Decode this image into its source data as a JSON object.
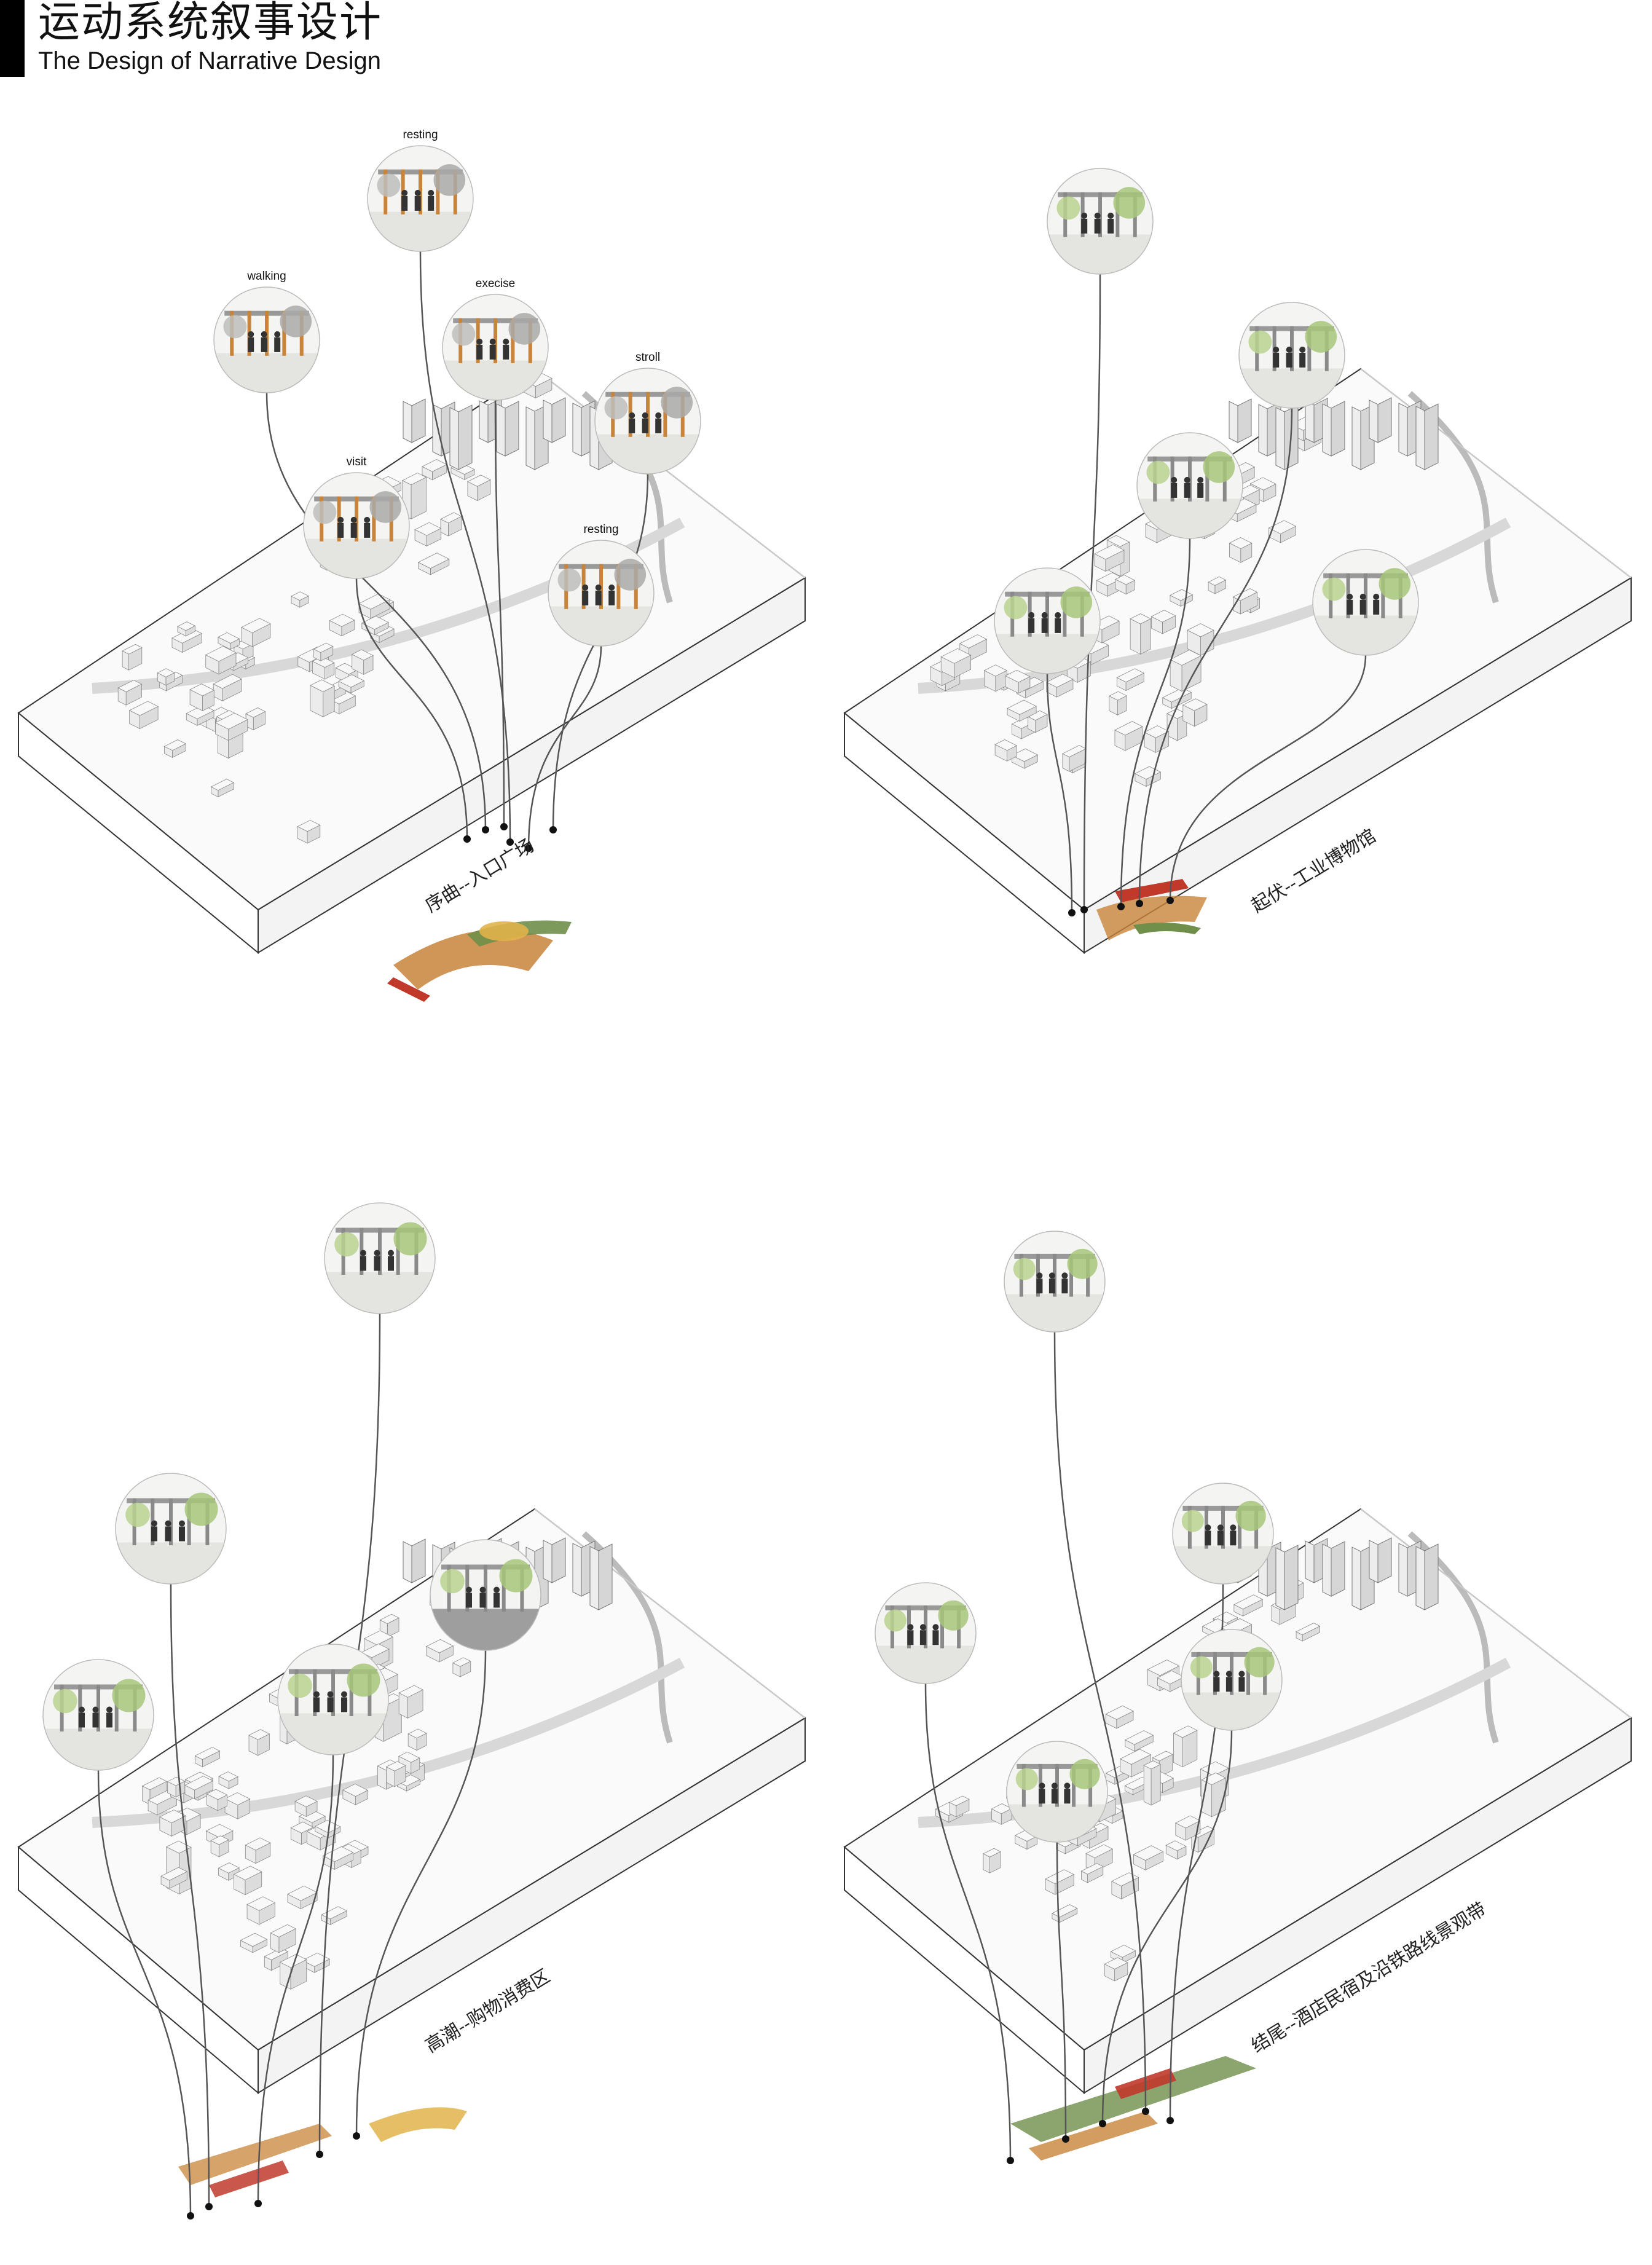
{
  "header": {
    "title_cn": "运动系统叙事设计",
    "title_en": "The Design of Narrative Design"
  },
  "colors": {
    "accent_orange": "#c8843a",
    "accent_red": "#c0392b",
    "accent_green": "#6f8f4a",
    "accent_yellow": "#e0b34a",
    "building_gray": "#e6e6e6",
    "line_gray": "#555555"
  },
  "panels": [
    {
      "caption": "序曲--入口广场",
      "vignettes": [
        {
          "label": "resting"
        },
        {
          "label": "walking"
        },
        {
          "label": "execise"
        },
        {
          "label": "stroll"
        },
        {
          "label": "visit"
        },
        {
          "label": "resting"
        }
      ]
    },
    {
      "caption": "起伏--工业博物馆",
      "vignettes": [
        {
          "label": ""
        },
        {
          "label": ""
        },
        {
          "label": ""
        },
        {
          "label": ""
        },
        {
          "label": ""
        }
      ]
    },
    {
      "caption": "高潮--购物消费区",
      "vignettes": [
        {
          "label": ""
        },
        {
          "label": ""
        },
        {
          "label": ""
        },
        {
          "label": ""
        },
        {
          "label": ""
        }
      ]
    },
    {
      "caption": "结尾--酒店民宿及沿铁路线景观带",
      "vignettes": [
        {
          "label": ""
        },
        {
          "label": ""
        },
        {
          "label": ""
        },
        {
          "label": ""
        },
        {
          "label": ""
        }
      ]
    }
  ]
}
